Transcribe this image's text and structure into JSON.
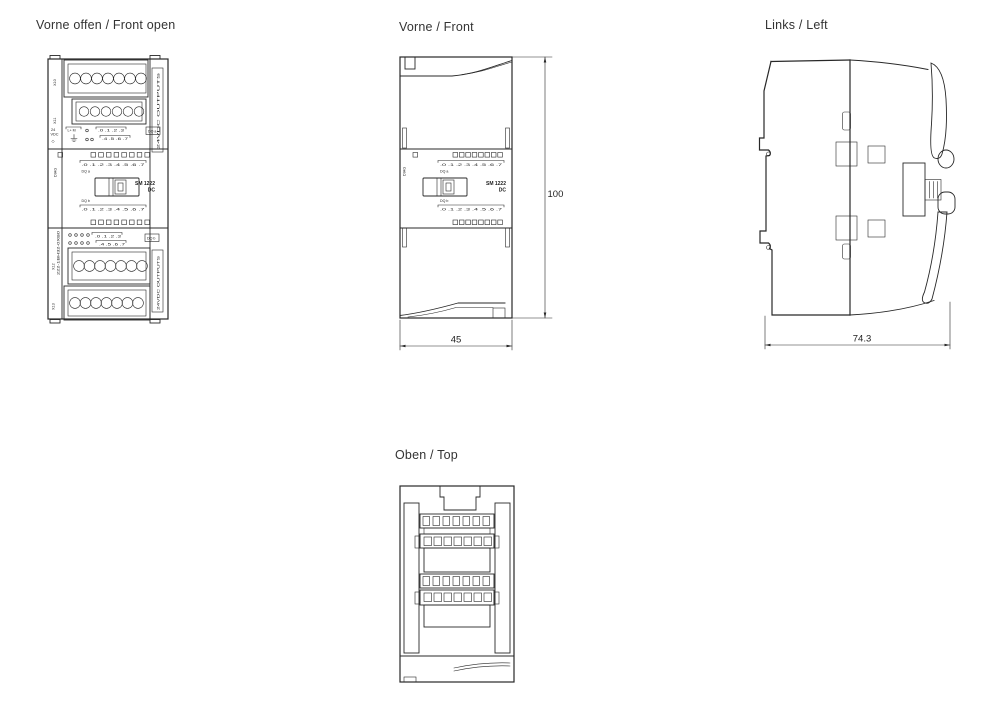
{
  "front_open": {
    "title": "Vorne offen / Front open",
    "x10": "X10",
    "x11": "X11",
    "x12": "X12",
    "x13": "X13",
    "strip_top": "24VDC OUTPUTS",
    "strip_bottom": "24VDC OUTPUTS",
    "order_number": "222-1BH32-0XB0",
    "supply_1": "24",
    "supply_2": "VDC",
    "supply_symbol": "◇",
    "terminal_lm": "L+ M",
    "group_03": ".0  .1  .2  .3",
    "group_47": ".4  .5  .6  .7",
    "dq_a_top": "DQ a",
    "diag": "DIAG",
    "row_a": ".0 .1 .2 .3 .4 .5 .6 .7",
    "dq_a": "DQ a",
    "model_1": "SM 1222",
    "model_2": "DC",
    "dq_b": "DQ b",
    "row_b": ".0 .1 .2 .3 .4 .5 .6 .7",
    "bottom_group_03": ".0  .1  .2  .3",
    "bottom_group_47": ".4  .5  .6  .7",
    "dq_b_box": "DQ b"
  },
  "front": {
    "title": "Vorne / Front",
    "diag": "DIAG",
    "row_a": ".0 .1 .2 .3 .4 .5 .6 .7",
    "dq_a": "DQ a",
    "model_1": "SM 1222",
    "model_2": "DC",
    "dq_b": "DQ b",
    "row_b": ".0 .1 .2 .3 .4 .5 .6 .7",
    "dim_height": "100",
    "dim_width": "45"
  },
  "left": {
    "title": "Links / Left",
    "dim_depth": "74.3"
  },
  "top": {
    "title": "Oben / Top"
  }
}
